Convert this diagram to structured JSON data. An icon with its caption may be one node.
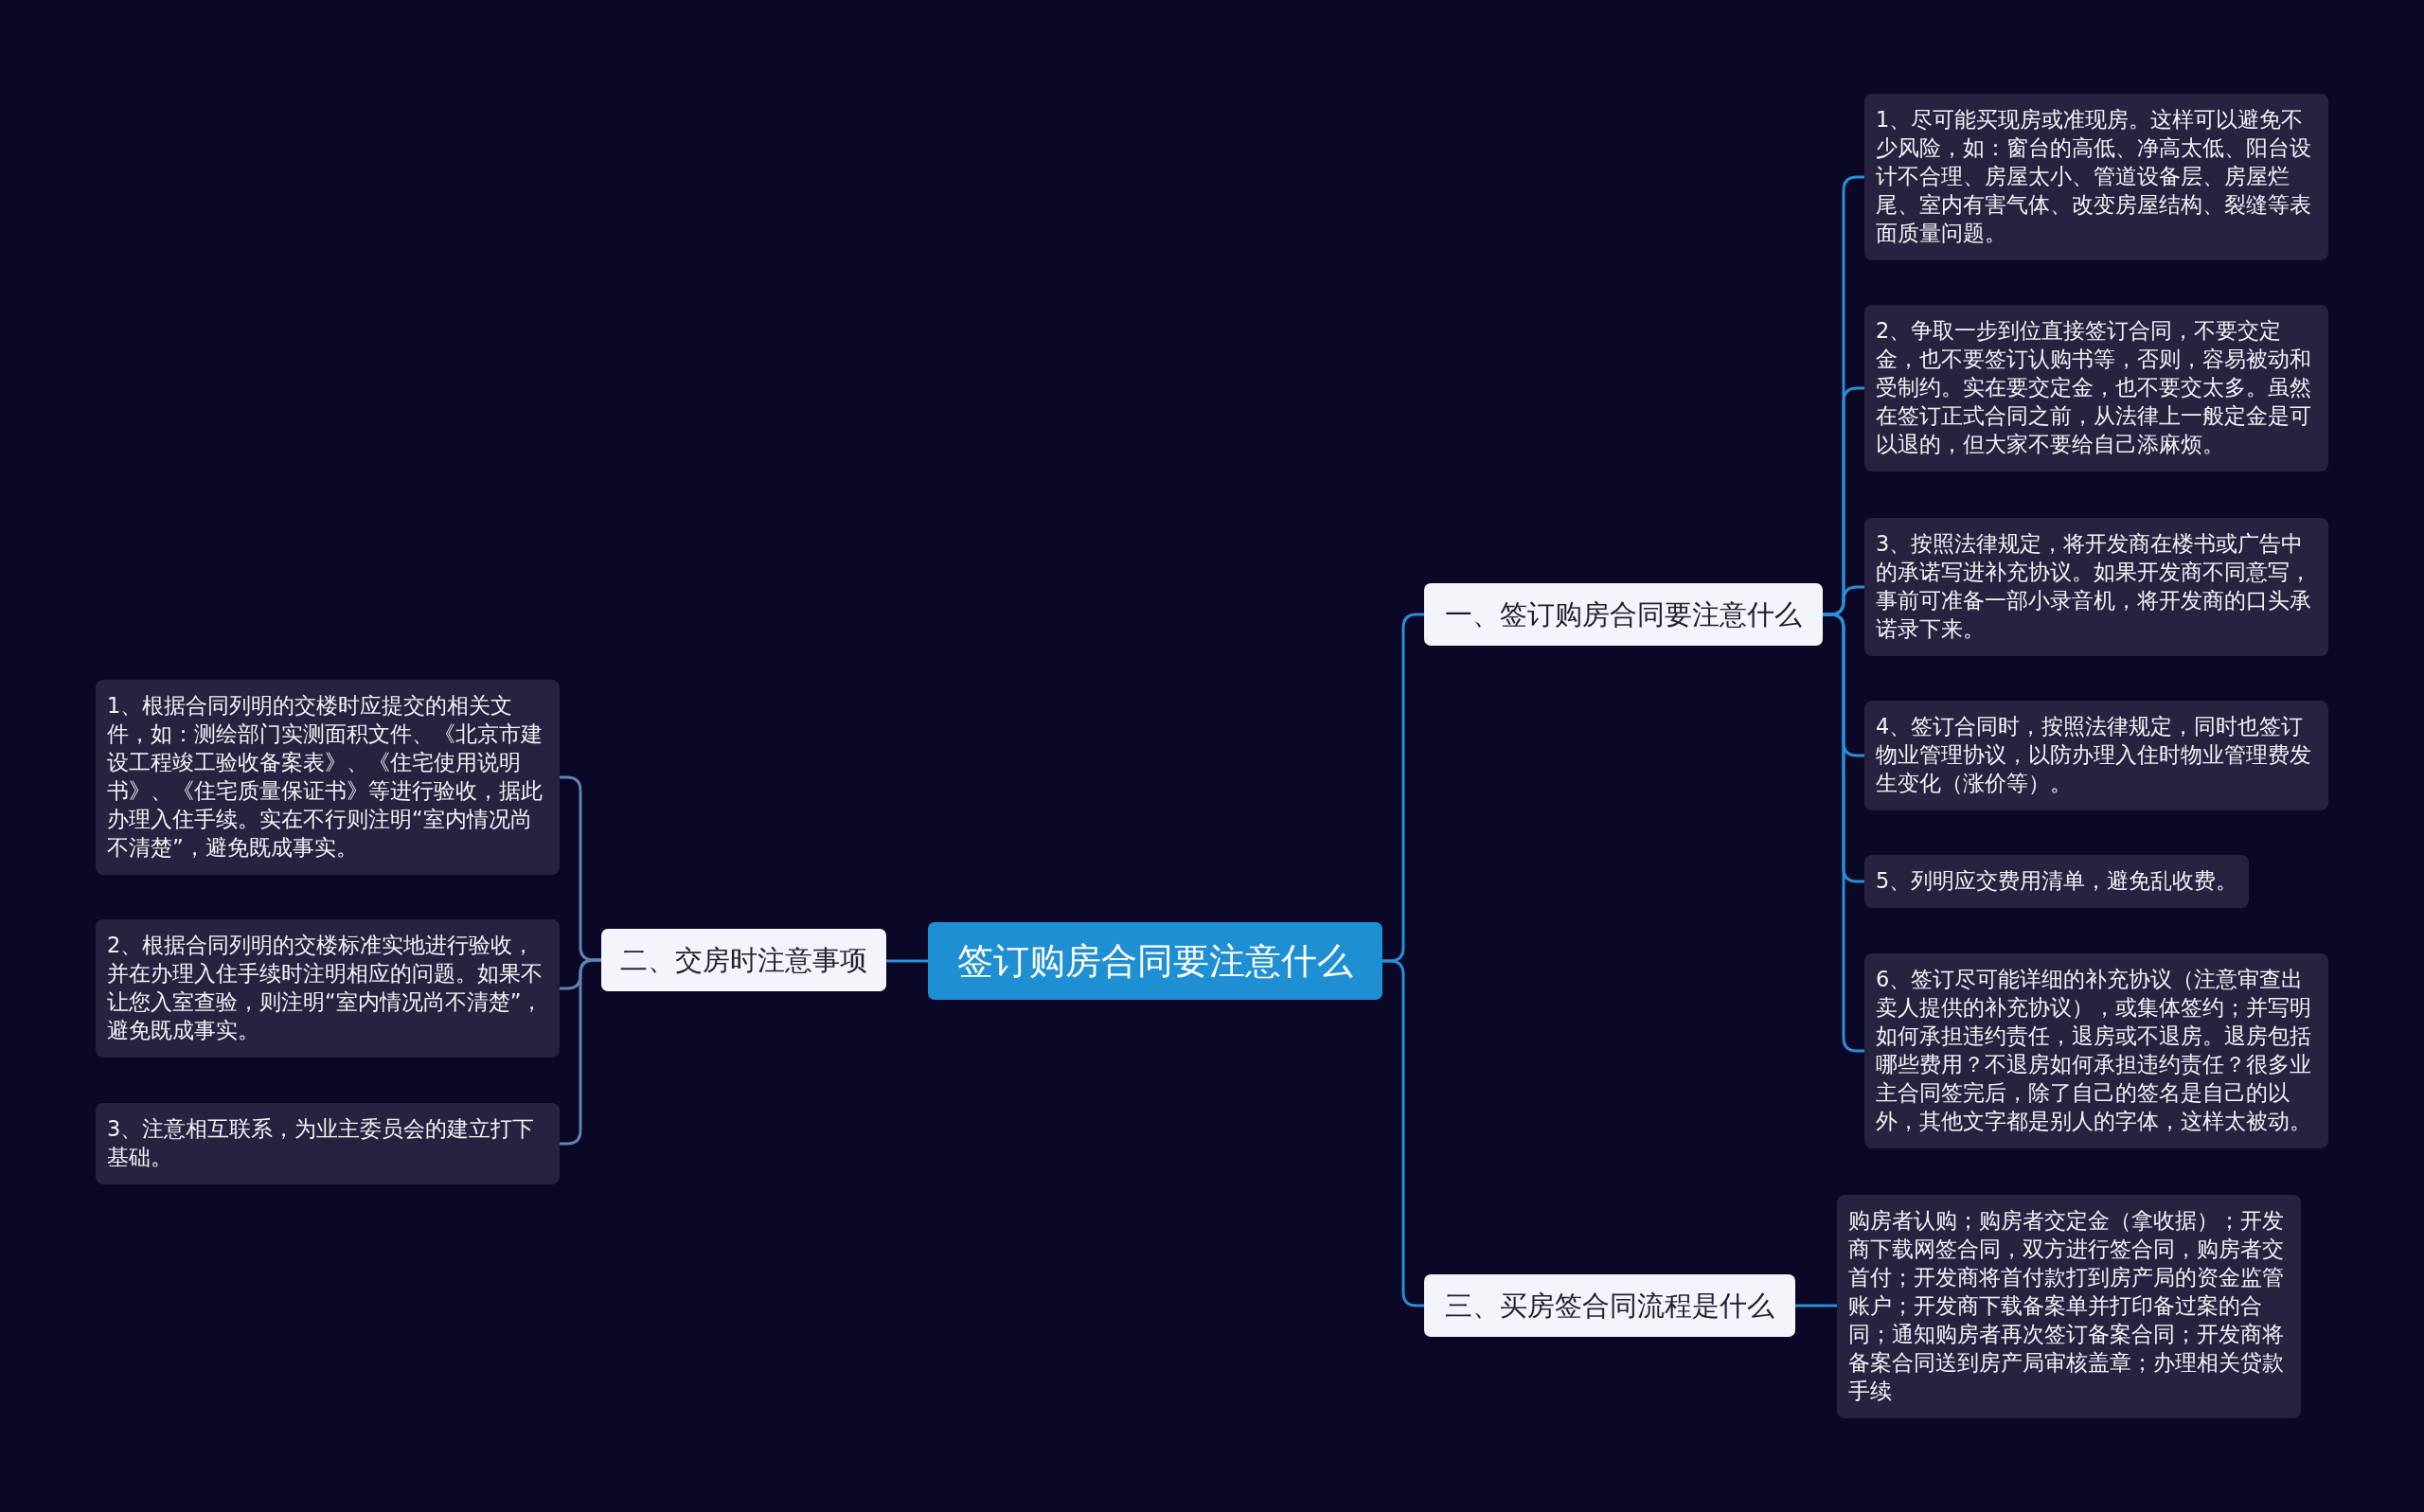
{
  "diagram": {
    "nodes": [
      {
        "text": [
          "签订购房合同要注意什么"
        ]
      },
      {
        "text": [
          "一、签订购房合同要注意什么"
        ]
      },
      {
        "text": [
          "1、尽可能买现房或准现房。这样可以避免不少风险，如：窗台的高低、净高太低、阳台设计不合理、房屋太小、管道设备层、房屋烂尾、室内有害气体、改变房屋结构、裂缝等表面质量问题。"
        ]
      },
      {
        "text": [
          "2、争取一步到位直接签订合同，不要交定金，也不要签订认购书等，否则，容易被动和受制约。实在要交定金，也不要交太多。虽然在签订正式合同之前，从法律上一般定金是可以退的，但大家不要给自己添麻烦。"
        ]
      },
      {
        "text": [
          "3、按照法律规定，将开发商在楼书或广告中的承诺写进补充协议。如果开发商不同意写，事前可准备一部小录音机，将开发商的口头承诺录下来。"
        ]
      },
      {
        "text": [
          "4、签订合同时，按照法律规定，同时也签订物业管理协议，以防办理入住时物业管理费发生变化（涨价等）。"
        ]
      },
      {
        "text": [
          "5、列明应交费用清单，避免乱收费。"
        ]
      },
      {
        "text": [
          "6、签订尽可能详细的补充协议（注意审查出卖人提供的补充协议），或集体签约；并写明如何承担违约责任，退房或不退房。退房包括哪些费用？不退房如何承担违约责任？很多业主合同签完后，除了自己的签名是自己的以外，其他文字都是别人的字体，这样太被动。"
        ]
      },
      {
        "text": [
          "三、买房签合同流程是什么"
        ]
      },
      {
        "text": [
          "购房者认购；购房者交定金（拿收据）；开发商下载网签合同，双方进行签合同，购房者交首付；开发商将首付款打到房产局的资金监管账户；开发商下载备案单并打印备过案的合同；通知购房者再次签订备案合同；开发商将备案合同送到房产局审核盖章；办理相关贷款手续"
        ]
      },
      {
        "text": [
          "二、交房时注意事项"
        ]
      },
      {
        "text": [
          "1、根据合同列明的交楼时应提交的相关文件，如：测绘部门实测面积文件、《北京市建设工程竣工验收备案表》、《住宅使用说明书》、《住宅质量保证书》等进行验收，据此办理入住手续。实在不行则注明“室内情况尚不清楚”，避免既成事实。"
        ]
      },
      {
        "text": [
          "2、根据合同列明的交楼标准实地进行验收，并在办理入住手续时注明相应的问题。如果不让您入室查验，则注明“室内情况尚不清楚”，避免既成事实。"
        ]
      },
      {
        "text": [
          "3、注意相互联系，为业主委员会的建立打下基础。"
        ]
      }
    ],
    "edges": [
      {
        "from": 0,
        "to": 1,
        "arrow": "none"
      },
      {
        "from": 1,
        "to": 2,
        "arrow": "none"
      },
      {
        "from": 1,
        "to": 3,
        "arrow": "none"
      },
      {
        "from": 1,
        "to": 4,
        "arrow": "none"
      },
      {
        "from": 1,
        "to": 5,
        "arrow": "none"
      },
      {
        "from": 1,
        "to": 6,
        "arrow": "none"
      },
      {
        "from": 1,
        "to": 7,
        "arrow": "none"
      },
      {
        "from": 0,
        "to": 8,
        "arrow": "none"
      },
      {
        "from": 8,
        "to": 9,
        "arrow": "none"
      },
      {
        "from": 0,
        "to": 10,
        "arrow": "none"
      },
      {
        "from": 10,
        "to": 11,
        "arrow": "none",
        "color": "#5f86b3"
      },
      {
        "from": 10,
        "to": 12,
        "arrow": "none",
        "color": "#5f86b3"
      },
      {
        "from": 10,
        "to": 13,
        "arrow": "none",
        "color": "#5f86b3"
      }
    ]
  }
}
